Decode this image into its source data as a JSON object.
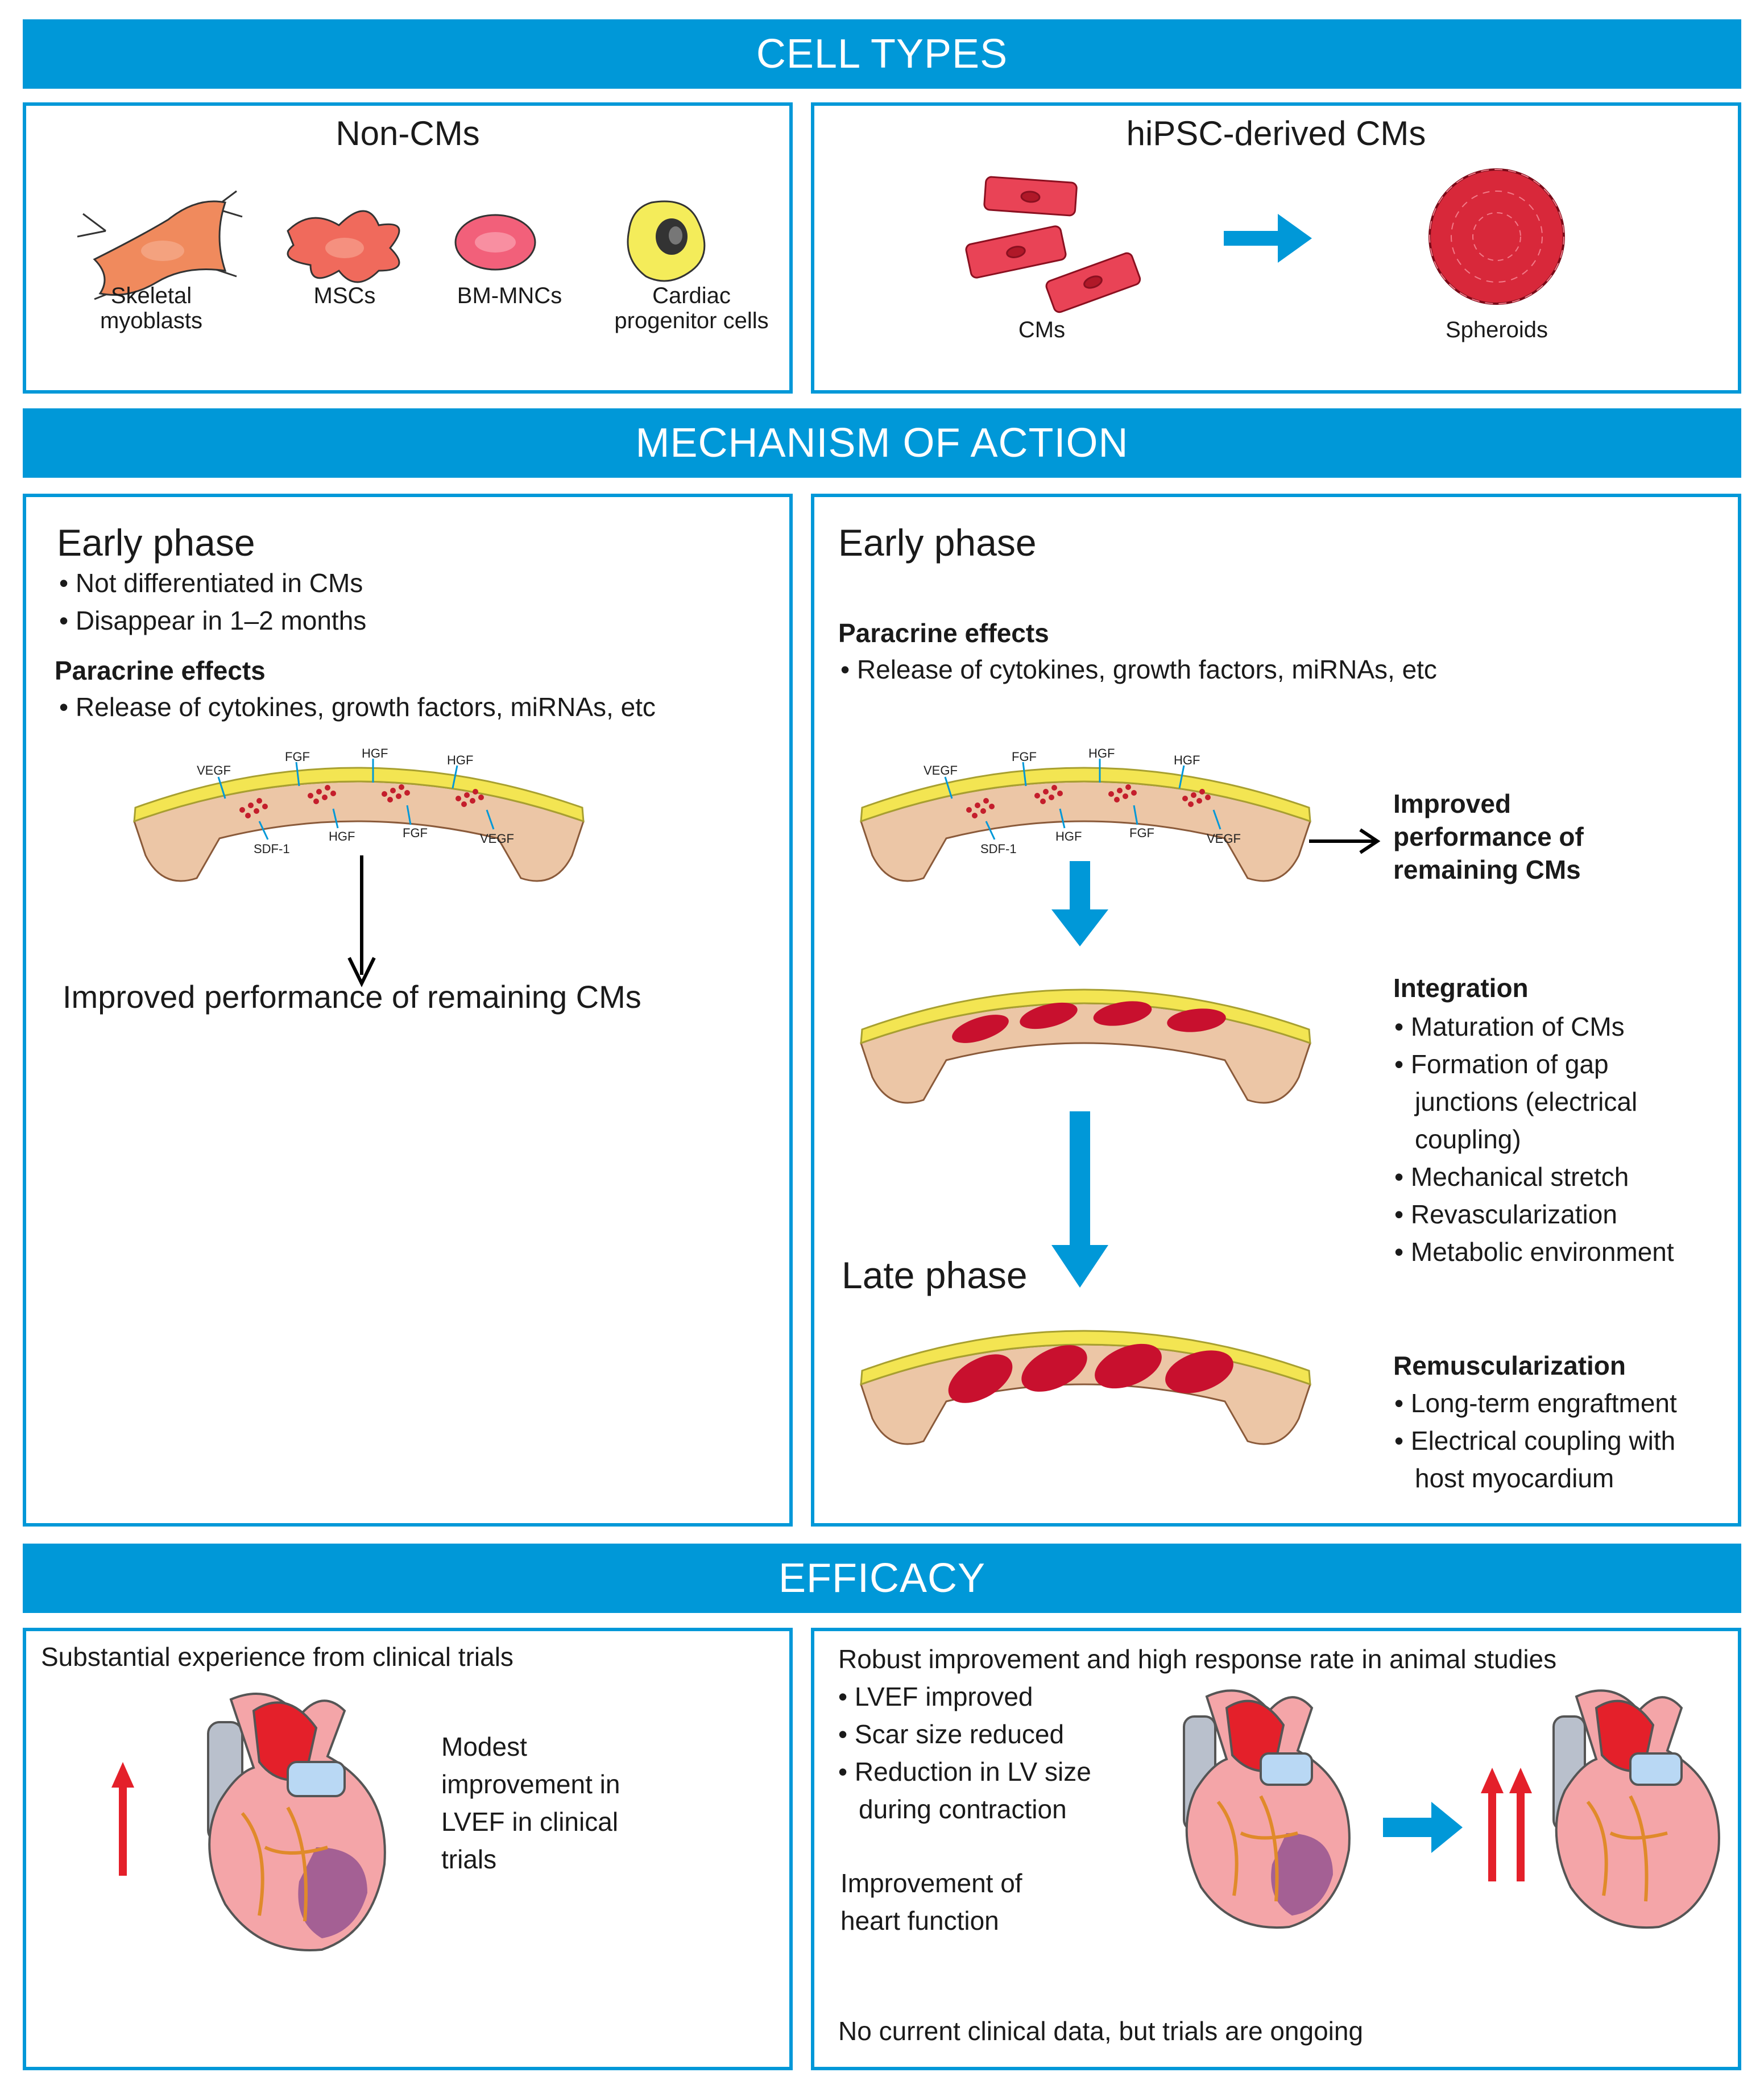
{
  "banners": {
    "cell_types": "CELL TYPES",
    "mechanism": "MECHANISM OF ACTION",
    "efficacy": "EFFICACY"
  },
  "cell_types": {
    "noncm": {
      "title": "Non-CMs",
      "cells": [
        {
          "line1": "Skeletal",
          "line2": "myoblasts"
        },
        {
          "line1": "MSCs",
          "line2": ""
        },
        {
          "line1": "BM-MNCs",
          "line2": ""
        },
        {
          "line1": "Cardiac",
          "line2": "progenitor cells"
        }
      ]
    },
    "hipsc": {
      "title": "hiPSC-derived CMs",
      "cms_label": "CMs",
      "spheroids_label": "Spheroids"
    }
  },
  "mechanism": {
    "left": {
      "phase": "Early phase",
      "bullets": [
        "• Not differentiated in CMs",
        "• Disappear in 1–2 months"
      ],
      "paracrine_title": "Paracrine effects",
      "paracrine_bullet": "• Release of cytokines, growth factors, miRNAs, etc",
      "result": "Improved performance of remaining CMs"
    },
    "right": {
      "phase": "Early phase",
      "paracrine_title": "Paracrine effects",
      "paracrine_bullet": "• Release of cytokines, growth factors, miRNAs, etc",
      "improved": [
        "Improved",
        "performance of",
        "remaining CMs"
      ],
      "integration_title": "Integration",
      "integration_items": [
        "• Maturation of CMs",
        "• Formation of gap",
        "junctions (electrical",
        "coupling)",
        "• Mechanical stretch",
        "• Revascularization",
        "• Metabolic environment"
      ],
      "late_phase": "Late phase",
      "remus_title": "Remuscularization",
      "remus_items": [
        "• Long-term engraftment",
        "• Electrical coupling with",
        "host myocardium"
      ]
    },
    "factors_top": [
      "VEGF",
      "FGF",
      "HGF",
      "HGF"
    ],
    "factors_bottom": [
      "SDF-1",
      "HGF",
      "FGF",
      "VEGF"
    ]
  },
  "efficacy": {
    "left": {
      "title": "Substantial experience from clinical trials",
      "text": [
        "Modest",
        "improvement in",
        "LVEF in clinical",
        "trials"
      ]
    },
    "right": {
      "title": "Robust improvement and high response rate in animal studies",
      "bullets": [
        "• LVEF improved",
        "• Scar size reduced",
        "• Reduction in LV size",
        "during contraction"
      ],
      "heart_function": [
        "Improvement of",
        "heart function"
      ],
      "footer": "No current clinical data, but trials are ongoing"
    }
  },
  "colors": {
    "accent": "#0098d8",
    "arrow_red": "#e4202a",
    "graft_red": "#c8102e"
  }
}
